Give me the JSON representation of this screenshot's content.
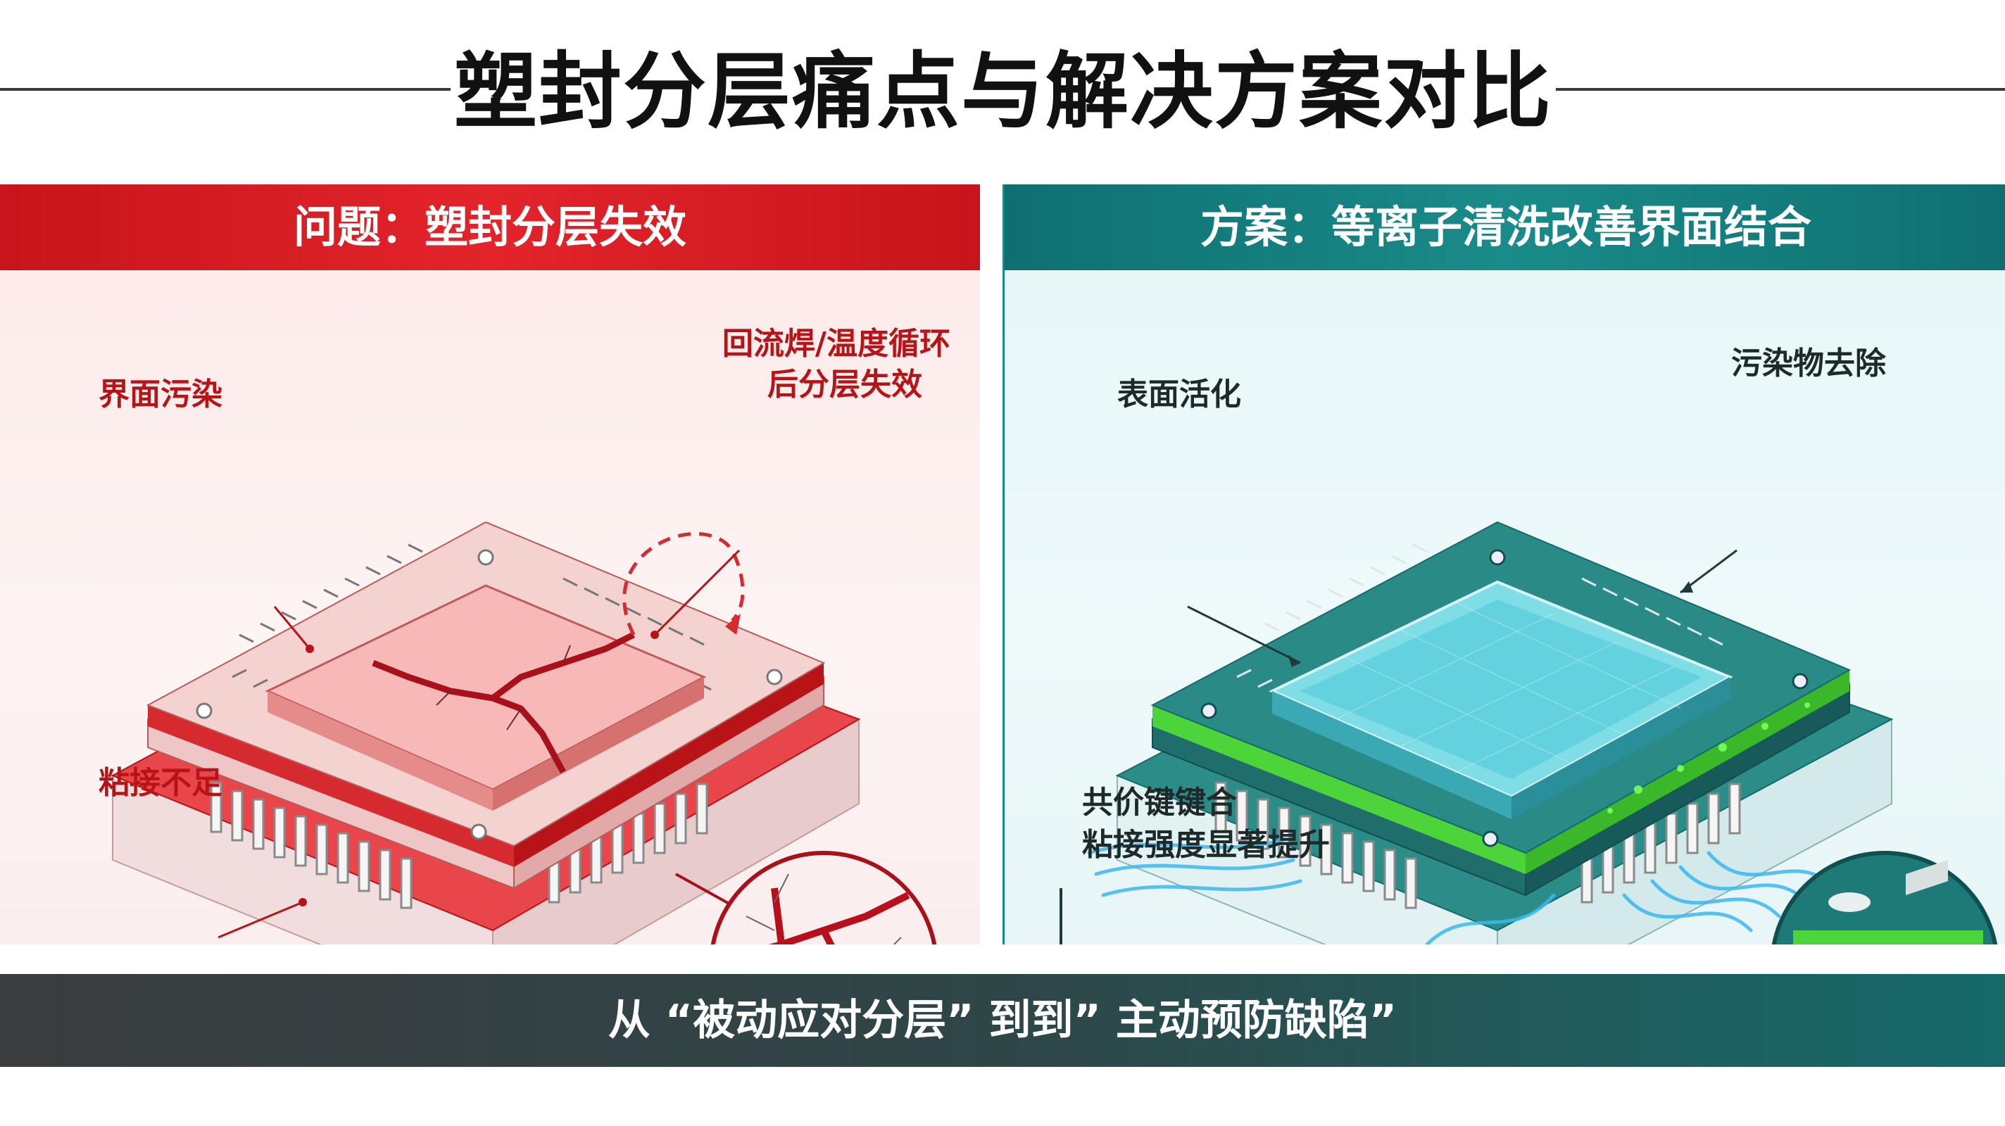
{
  "title": "塑封分层痛点与解决方案对比",
  "problem": {
    "header": "问题：塑封分层失效",
    "labels": {
      "contamination": "界面污染",
      "reflow_line1": "回流焊/温度循环",
      "reflow_line2": "后分层失效",
      "poor_adhesion": "粘接不足"
    }
  },
  "solution": {
    "header": "方案：等离子清洗改善界面结合",
    "labels": {
      "activation": "表面活化",
      "removal": "污染物去除",
      "bond_line1": "共价键键合",
      "bond_line2": "粘接强度显著提升"
    }
  },
  "footer": "从 “被动应对分层” 到到” 主动预防缺陷”",
  "colors": {
    "problem_accent": "#e3242b",
    "solution_accent": "#1a8b8a",
    "plasma_green": "#4cd43a",
    "plasma_blue": "#3bb8f0"
  }
}
